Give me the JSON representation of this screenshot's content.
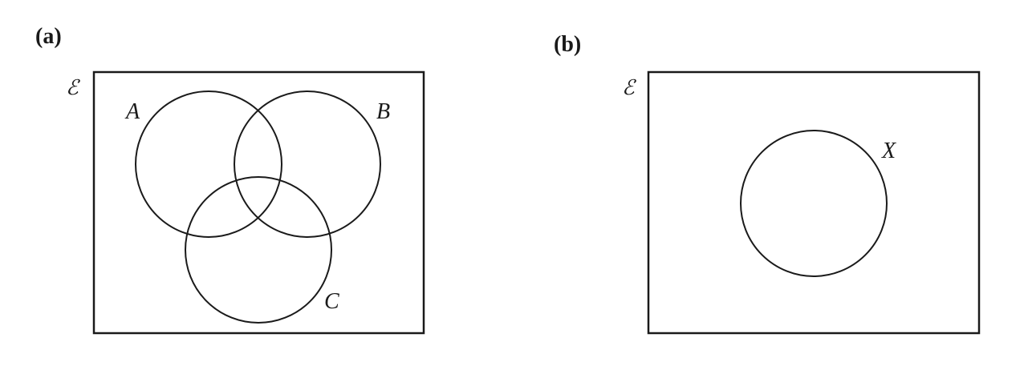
{
  "panels": [
    {
      "id": "a",
      "label": "(a)",
      "universal_symbol": "ℰ",
      "sets": [
        "A",
        "B",
        "C"
      ]
    },
    {
      "id": "b",
      "label": "(b)",
      "universal_symbol": "ℰ",
      "sets": [
        "X"
      ]
    }
  ]
}
